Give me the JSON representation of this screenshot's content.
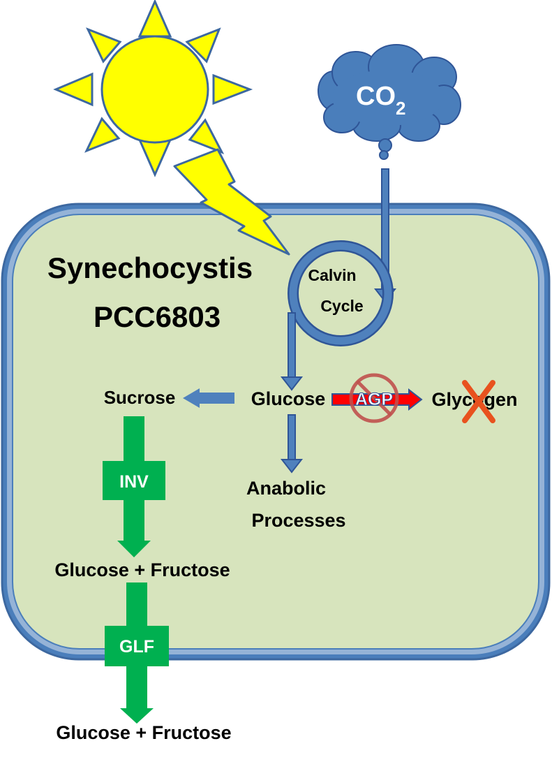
{
  "organism": {
    "name_line1": "Synechocystis",
    "name_line2": "PCC6803"
  },
  "inputs": {
    "co2_main": "CO",
    "co2_subscript": "2"
  },
  "calvin_cycle": {
    "line1": "Calvin",
    "line2": "Cycle"
  },
  "metabolites": {
    "glucose": "Glucose",
    "sucrose": "Sucrose",
    "glycogen": "Glycogen",
    "anabolic_line1": "Anabolic",
    "anabolic_line2": "Processes",
    "glucose_fructose_inner": "Glucose + Fructose",
    "glucose_fructose_outer": "Glucose + Fructose"
  },
  "enzymes": {
    "agp": "AGP",
    "inv": "INV",
    "glf": "GLF"
  },
  "colors": {
    "cell_fill": "#d7e4bd",
    "cell_border": "#8eaadb",
    "cell_border_dark": "#41719c",
    "flow_arrow": "#4f81bd",
    "export_arrow": "#00b050",
    "sun": "#ffff00",
    "blocked": "#ff0000",
    "cloud": "#4a7ebb"
  }
}
